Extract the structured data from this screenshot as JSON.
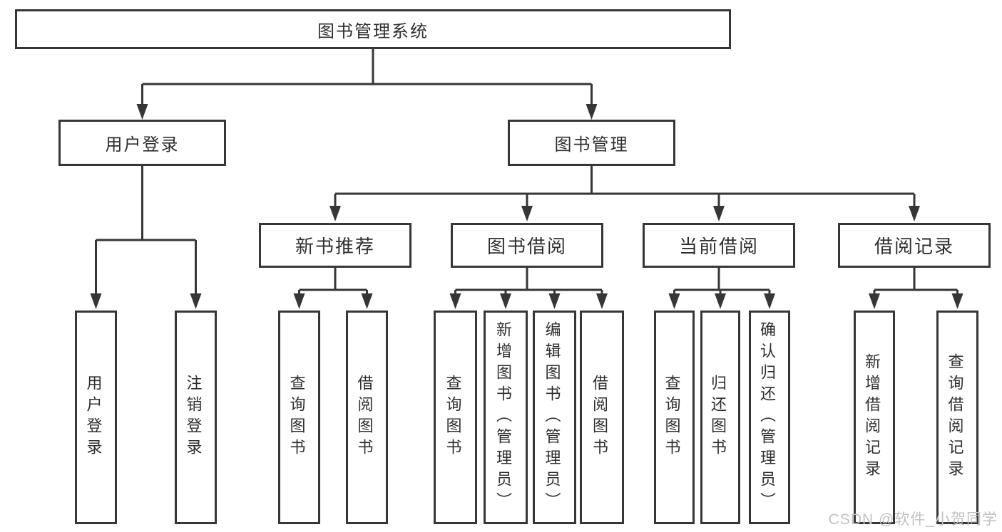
{
  "title": "图书管理系统",
  "nodes": {
    "root": "图书管理系统",
    "user_login": "用户登录",
    "book_management": "图书管理",
    "new_book_recommend": "新书推荐",
    "book_borrow": "图书借阅",
    "current_borrow": "当前借阅",
    "borrow_records": "借阅记录",
    "leaf_user_login": "用户登录",
    "leaf_logout": "注销登录",
    "leaf_nb_query": "查询图书",
    "leaf_nb_borrow": "借阅图书",
    "leaf_bb_query": "查询图书",
    "leaf_bb_add": "新增图书（管理员）",
    "leaf_bb_edit": "编辑图书（管理员）",
    "leaf_bb_borrow": "借阅图书",
    "leaf_cb_query": "查询图书",
    "leaf_cb_return": "归还图书",
    "leaf_cb_confirm": "确认归还（管理员）",
    "leaf_br_add": "新增借阅记录",
    "leaf_br_query": "查询借阅记录"
  },
  "hierarchy": {
    "图书管理系统": [
      "用户登录",
      "图书管理"
    ],
    "用户登录": [
      "用户登录",
      "注销登录"
    ],
    "图书管理": [
      "新书推荐",
      "图书借阅",
      "当前借阅",
      "借阅记录"
    ],
    "新书推荐": [
      "查询图书",
      "借阅图书"
    ],
    "图书借阅": [
      "查询图书",
      "新增图书（管理员）",
      "编辑图书（管理员）",
      "借阅图书"
    ],
    "当前借阅": [
      "查询图书",
      "归还图书",
      "确认归还（管理员）"
    ],
    "借阅记录": [
      "新增借阅记录",
      "查询借阅记录"
    ]
  },
  "watermark": "CSDN @软件_小贺同学",
  "colors": {
    "line": "#363636",
    "box_border": "#363636",
    "text": "#2f2f2f",
    "background": "#ffffff",
    "watermark": "#c2c2c2"
  }
}
